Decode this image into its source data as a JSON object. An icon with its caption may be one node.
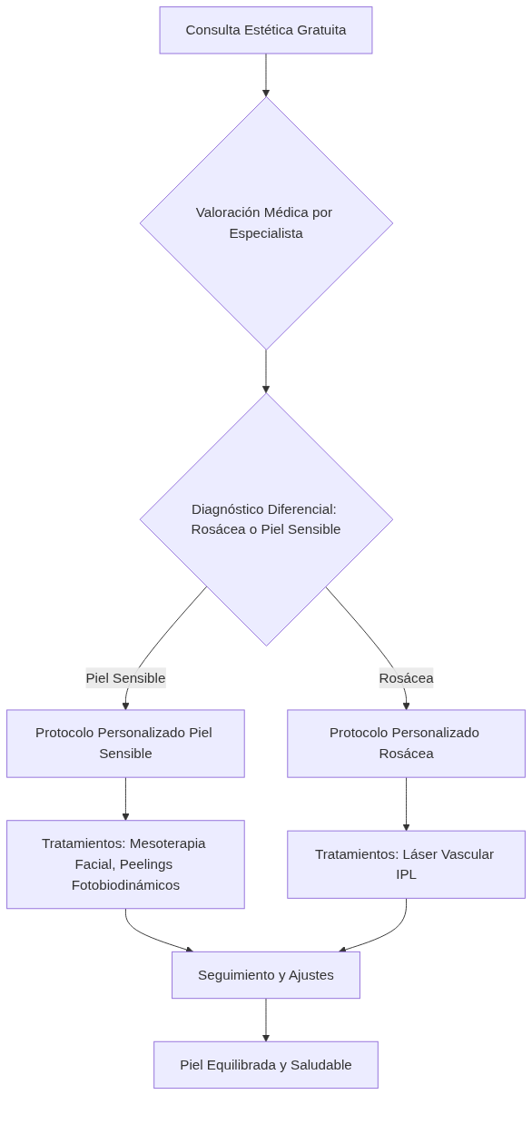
{
  "diagram": {
    "nodes": [
      {
        "text": [
          "Consulta Estética Gratuita"
        ]
      },
      {
        "text": [
          "Valoración Médica por Especialista"
        ]
      },
      {
        "text": [
          "Diagnóstico Diferencial: Rosácea o Piel Sensible"
        ]
      },
      {
        "text": [
          "Protocolo Personalizado Piel Sensible"
        ]
      },
      {
        "text": [
          "Protocolo Personalizado Rosácea"
        ]
      },
      {
        "text": [
          "Tratamientos: Mesoterapia Facial, Peelings Fotobiodinámicos"
        ]
      },
      {
        "text": [
          "Tratamientos: Láser Vascular IPL"
        ]
      },
      {
        "text": [
          "Seguimiento y Ajustes"
        ]
      },
      {
        "text": [
          "Piel Equilibrada y Saludable"
        ]
      }
    ],
    "edges": [
      {
        "from": 0,
        "to": 1,
        "arrow": "to"
      },
      {
        "from": 1,
        "to": 2,
        "arrow": "to"
      },
      {
        "from": 2,
        "to": 3,
        "arrow": "to",
        "label": "Piel Sensible"
      },
      {
        "from": 2,
        "to": 4,
        "arrow": "to",
        "label": "Rosácea"
      },
      {
        "from": 3,
        "to": 5,
        "arrow": "to"
      },
      {
        "from": 4,
        "to": 6,
        "arrow": "to"
      },
      {
        "from": 5,
        "to": 7,
        "arrow": "to"
      },
      {
        "from": 6,
        "to": 7,
        "arrow": "to"
      },
      {
        "from": 7,
        "to": 8,
        "arrow": "to"
      }
    ]
  }
}
